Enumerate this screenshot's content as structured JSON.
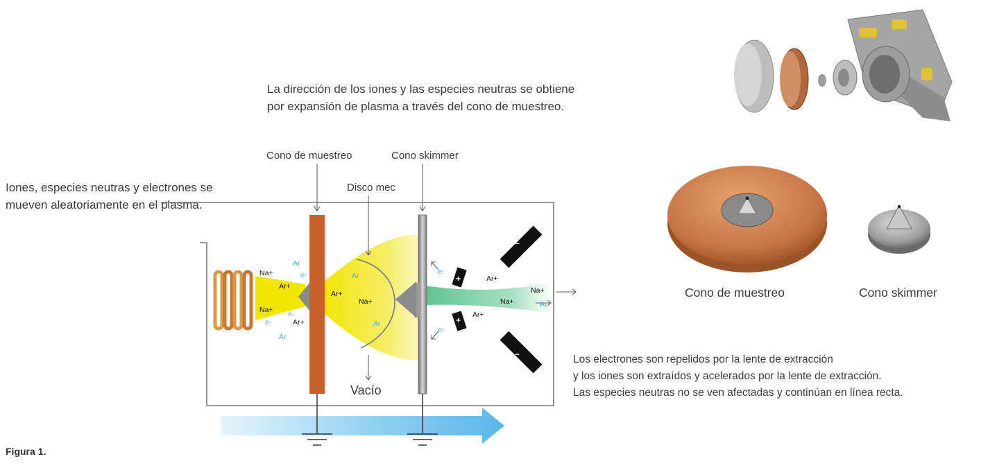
{
  "captions": {
    "top_line1": "La dirección de los iones y las especies neutras se obtiene",
    "top_line2": "por expansión de plasma a través del cono de muestreo.",
    "left_line1": "Iones, especies neutras y electrones se",
    "left_line2": "mueven aleatoriamente en el plasma.",
    "right_line1": "Los electrones son repelidos por la lente de extracción",
    "right_line2": "y los iones son extraídos y acelerados por la lente de extracción.",
    "right_line3": "Las especies neutras no se ven afectadas y continúan en línea recta."
  },
  "labels": {
    "sampling_cone": "Cono de muestreo",
    "skimmer_cone": "Cono skimmer",
    "disc": "Disco mec",
    "vacuum": "Vacío"
  },
  "photo_labels": {
    "sampling_cone": "Cono de muestreo",
    "skimmer_cone": "Cono skimmer"
  },
  "species": {
    "na": "Na+",
    "ar_ion": "Ar+",
    "ar": "Ar",
    "electron": "e-",
    "minus": "−",
    "plus": "+"
  },
  "colors": {
    "plasma_yellow": "#f2e600",
    "beam_green": "#7fd2a6",
    "copper": "#c8602a",
    "blue_arrow": "#6cc0ec",
    "ar_blue": "#4aa9e0"
  },
  "figure_label": "Figura 1."
}
